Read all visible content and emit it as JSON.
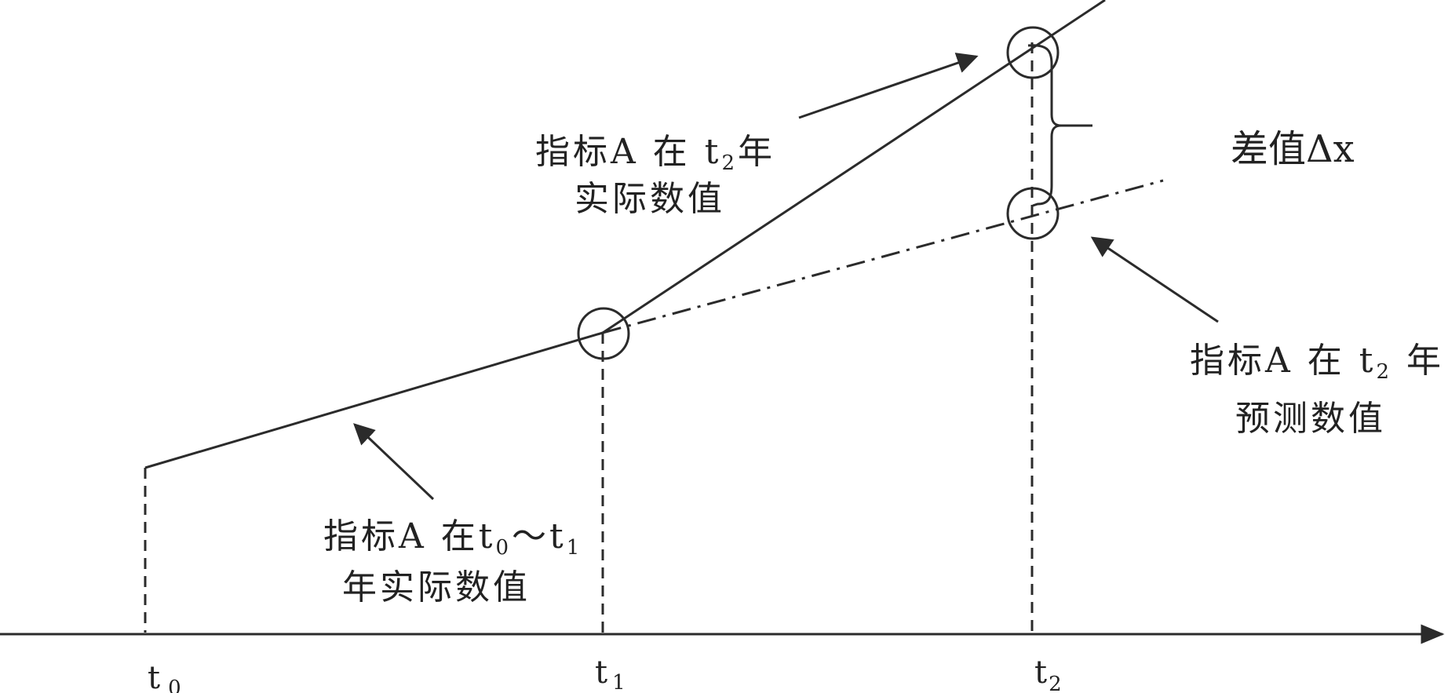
{
  "colors": {
    "line": "#2b2b2b",
    "text": "#222222",
    "background": "#ffffff"
  },
  "axis": {
    "ticks": [
      {
        "base": "t",
        "sub": "0"
      },
      {
        "base": "t",
        "sub": "1"
      },
      {
        "base": "t",
        "sub": "2"
      }
    ]
  },
  "labels": {
    "actual_t0_t1": {
      "line1_pre": "指标A 在t",
      "line1_sub_a": "0",
      "line1_mid": "～t",
      "line1_sub_b": "1",
      "line2": "年实际数值"
    },
    "actual_t2": {
      "line1_pre": "指标A 在 t",
      "line1_sub": "2",
      "line1_post": "年",
      "line2": "实际数值"
    },
    "predicted_t2": {
      "line1_pre": "指标A 在 t",
      "line1_sub": "2",
      "line1_post": " 年",
      "line2": "预测数值"
    },
    "difference": "差值Δx"
  }
}
